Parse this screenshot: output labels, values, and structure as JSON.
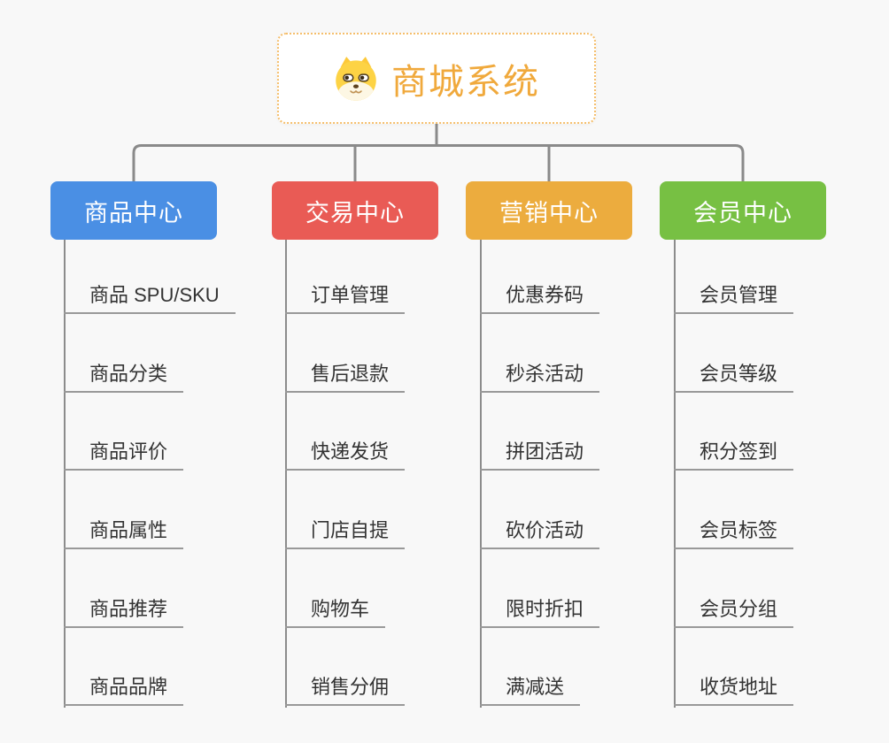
{
  "root": {
    "title": "商城系统",
    "icon": "dog-icon"
  },
  "branches": [
    {
      "label": "商品中心",
      "color": "#4a8fe4",
      "children": [
        "商品 SPU/SKU",
        "商品分类",
        "商品评价",
        "商品属性",
        "商品推荐",
        "商品品牌"
      ]
    },
    {
      "label": "交易中心",
      "color": "#e95b55",
      "children": [
        "订单管理",
        "售后退款",
        "快递发货",
        "门店自提",
        "购物车",
        "销售分佣"
      ]
    },
    {
      "label": "营销中心",
      "color": "#ecac3e",
      "children": [
        "优惠券码",
        "秒杀活动",
        "拼团活动",
        "砍价活动",
        "限时折扣",
        "满减送"
      ]
    },
    {
      "label": "会员中心",
      "color": "#77c043",
      "children": [
        "会员管理",
        "会员等级",
        "积分签到",
        "会员标签",
        "会员分组",
        "收货地址"
      ]
    }
  ],
  "colors": {
    "background": "#f8f8f8",
    "root_border": "#f5be6b",
    "root_text": "#f0a93c",
    "connector": "#8a8a8a",
    "leaf_line": "#999999",
    "leaf_text": "#333333"
  }
}
